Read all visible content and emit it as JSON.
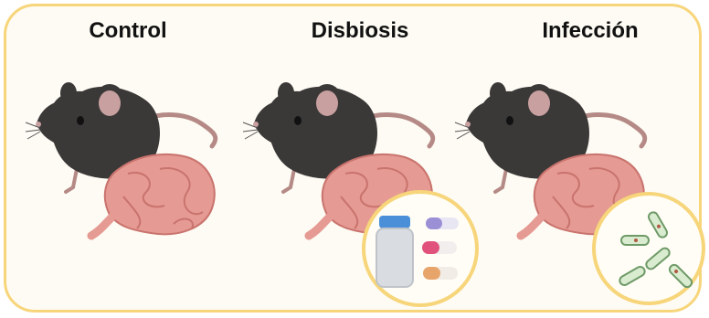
{
  "panels": [
    {
      "title": "Control",
      "inset": "none"
    },
    {
      "title": "Disbiosis",
      "inset": "antibiotics"
    },
    {
      "title": "Infección",
      "inset": "bacteria"
    }
  ],
  "colors": {
    "frame_border": "#f7d57a",
    "frame_fill": "#fdfbf3",
    "mouse_body": "#3b3838",
    "mouse_ear_inner": "#c9a0a0",
    "mouse_tail": "#b58a86",
    "intestine": "#e59a93",
    "intestine_dark": "#c9736d",
    "inset_border": "#f7d57a",
    "inset_fill": "#fffdf5",
    "bacteria_fill": "#d9ecd0",
    "bacteria_stroke": "#6f9a68",
    "pill_purple": "#9b8fd6",
    "pill_pink": "#e0517c",
    "pill_orange": "#e8a56b",
    "bottle_cap": "#4c8fd9",
    "bottle_body": "#d9dde2"
  }
}
